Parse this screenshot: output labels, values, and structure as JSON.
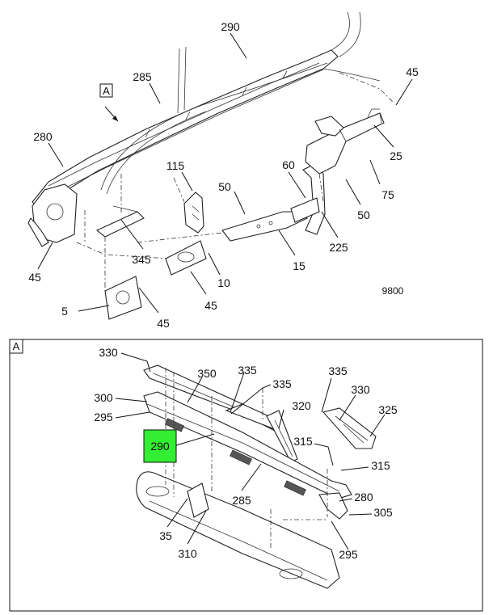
{
  "drawing_number": "9800",
  "view_ref": "A",
  "highlight_color": "#33ee33",
  "top_callouts": [
    {
      "id": "t290",
      "text": "290"
    },
    {
      "id": "t45a",
      "text": "45"
    },
    {
      "id": "t285",
      "text": "285"
    },
    {
      "id": "t280",
      "text": "280"
    },
    {
      "id": "t25",
      "text": "25"
    },
    {
      "id": "t115",
      "text": "115"
    },
    {
      "id": "t60",
      "text": "60"
    },
    {
      "id": "t75",
      "text": "75"
    },
    {
      "id": "t50a",
      "text": "50"
    },
    {
      "id": "t50b",
      "text": "50"
    },
    {
      "id": "t225",
      "text": "225"
    },
    {
      "id": "t345",
      "text": "345"
    },
    {
      "id": "t15",
      "text": "15"
    },
    {
      "id": "t45b",
      "text": "45"
    },
    {
      "id": "t10",
      "text": "10"
    },
    {
      "id": "t45c",
      "text": "45"
    },
    {
      "id": "t5",
      "text": "5"
    },
    {
      "id": "t45d",
      "text": "45"
    }
  ],
  "detail_callouts": [
    {
      "id": "d330a",
      "text": "330"
    },
    {
      "id": "d350",
      "text": "350"
    },
    {
      "id": "d335a",
      "text": "335"
    },
    {
      "id": "d335b",
      "text": "335"
    },
    {
      "id": "d335c",
      "text": "335"
    },
    {
      "id": "d330b",
      "text": "330"
    },
    {
      "id": "d300",
      "text": "300"
    },
    {
      "id": "d295a",
      "text": "295"
    },
    {
      "id": "d320",
      "text": "320"
    },
    {
      "id": "d325",
      "text": "325"
    },
    {
      "id": "d290",
      "text": "290"
    },
    {
      "id": "d315a",
      "text": "315"
    },
    {
      "id": "d315b",
      "text": "315"
    },
    {
      "id": "d285",
      "text": "285"
    },
    {
      "id": "d280",
      "text": "280"
    },
    {
      "id": "d305",
      "text": "305"
    },
    {
      "id": "d35",
      "text": "35"
    },
    {
      "id": "d310",
      "text": "310"
    },
    {
      "id": "d295b",
      "text": "295"
    }
  ]
}
